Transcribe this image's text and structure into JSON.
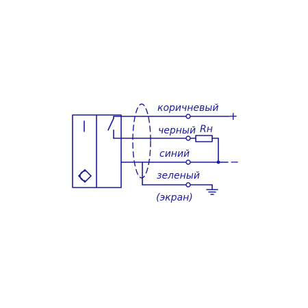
{
  "colors": {
    "ink": "#1a1a9c",
    "background": "#ffffff"
  },
  "wires": [
    {
      "id": "brown",
      "label": "коричневый"
    },
    {
      "id": "black",
      "label": "черный"
    },
    {
      "id": "blue",
      "label": "синий"
    },
    {
      "id": "green",
      "label": "зеленый"
    }
  ],
  "load_resistor_label": "Rн",
  "shield_label": "(экран)",
  "terminals": {
    "positive": "+",
    "negative": "−"
  },
  "icons": [
    "sensor-body",
    "output-switch-icon",
    "sensing-face-icon",
    "load-resistor-icon",
    "ground-icon",
    "cable-shield-ellipse"
  ]
}
